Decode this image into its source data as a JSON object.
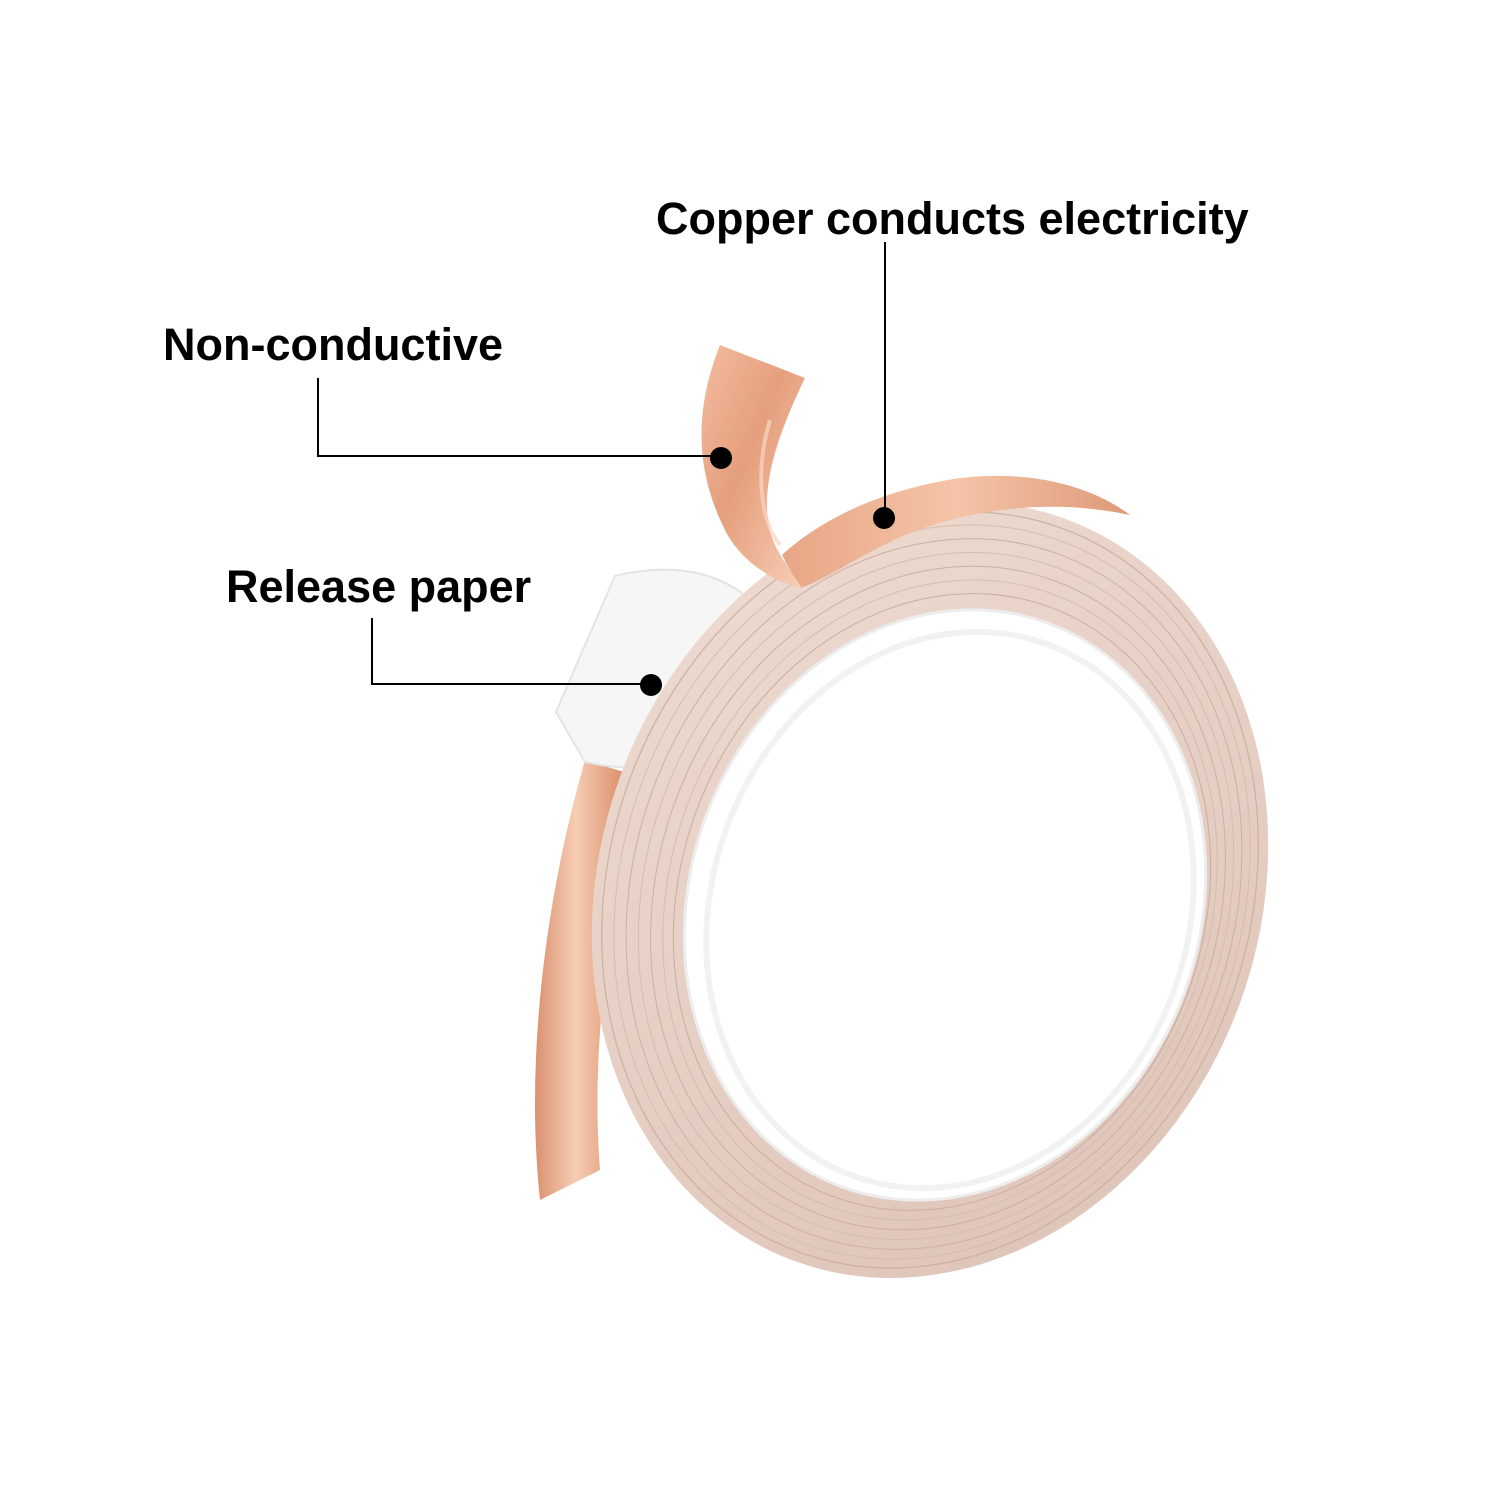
{
  "callouts": {
    "copper": "Copper conducts electricity",
    "non_conductive": "Non-conductive",
    "release_paper": "Release paper"
  },
  "colors": {
    "copper_light": "#f6c7ad",
    "copper_mid": "#e4a07e",
    "copper_dark": "#c97e5c",
    "roll_edge": "#e9d5cc",
    "release_paper": "#f7f7f7",
    "leader_line": "#000000"
  },
  "icons": {
    "callout_marker": "filled-dot"
  }
}
